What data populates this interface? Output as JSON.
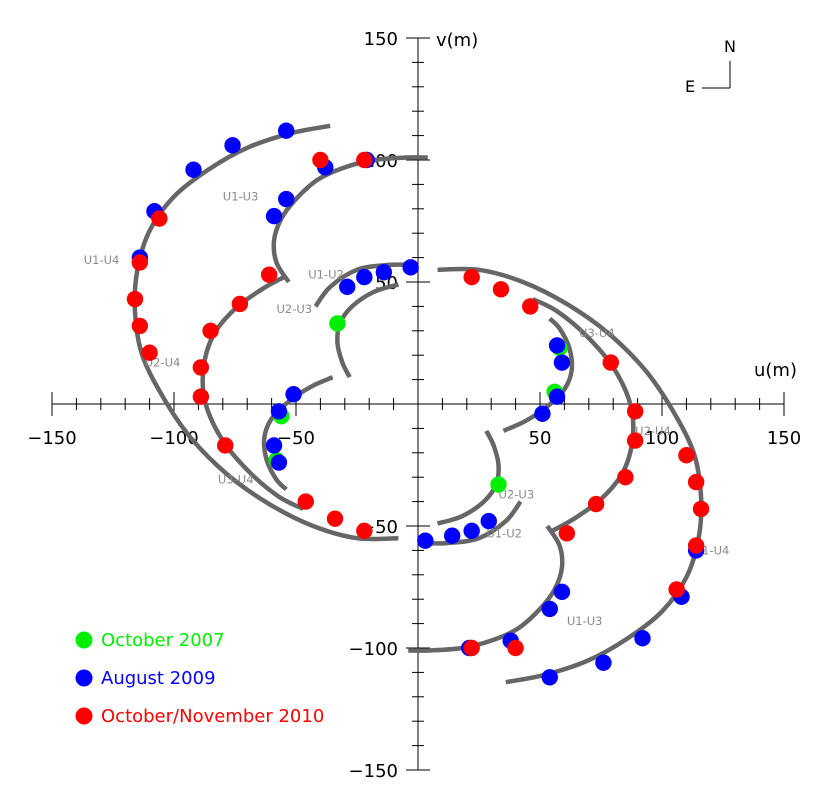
{
  "chart_data": {
    "type": "scatter",
    "xlabel": "u(m)",
    "ylabel": "v(m)",
    "xlim": [
      -150,
      150
    ],
    "ylim": [
      -150,
      150
    ],
    "major_ticks": [
      -150,
      -100,
      -50,
      50,
      100,
      150
    ],
    "minor_tick_step": 10,
    "compass": {
      "north": "N",
      "east": "E"
    },
    "track_color": "#666666",
    "tracks": [
      {
        "points": [
          [
            -36,
            114
          ],
          [
            -52,
            111
          ],
          [
            -70,
            105
          ],
          [
            -86,
            96
          ],
          [
            -100,
            85
          ],
          [
            -110,
            71
          ],
          [
            -115,
            55
          ],
          [
            -116,
            38
          ],
          [
            -113,
            20
          ],
          [
            -104,
            2
          ],
          [
            -93,
            -14
          ],
          [
            -78,
            -29
          ],
          [
            -61,
            -41
          ],
          [
            -43,
            -50
          ],
          [
            -25,
            -55
          ],
          [
            -8,
            -55
          ]
        ]
      },
      {
        "points": [
          [
            36,
            -114
          ],
          [
            52,
            -111
          ],
          [
            70,
            -105
          ],
          [
            86,
            -96
          ],
          [
            100,
            -85
          ],
          [
            110,
            -71
          ],
          [
            115,
            -55
          ],
          [
            116,
            -38
          ],
          [
            113,
            -20
          ],
          [
            104,
            -2
          ],
          [
            93,
            14
          ],
          [
            78,
            29
          ],
          [
            61,
            41
          ],
          [
            43,
            50
          ],
          [
            25,
            55
          ],
          [
            8,
            55
          ]
        ]
      },
      {
        "points": [
          [
            4,
            101
          ],
          [
            -5,
            101
          ],
          [
            -18,
            100
          ],
          [
            -30,
            97
          ],
          [
            -41,
            92
          ],
          [
            -50,
            84
          ],
          [
            -56,
            76
          ],
          [
            -59,
            67
          ],
          [
            -58,
            58
          ],
          [
            -53,
            50
          ]
        ]
      },
      {
        "points": [
          [
            -4,
            -101
          ],
          [
            5,
            -101
          ],
          [
            18,
            -100
          ],
          [
            30,
            -97
          ],
          [
            41,
            -92
          ],
          [
            50,
            -84
          ],
          [
            56,
            -76
          ],
          [
            59,
            -67
          ],
          [
            58,
            -58
          ],
          [
            53,
            -50
          ]
        ]
      },
      {
        "points": [
          [
            -55,
            52
          ],
          [
            -64,
            47
          ],
          [
            -75,
            39
          ],
          [
            -84,
            28
          ],
          [
            -88,
            14
          ],
          [
            -87,
            0
          ],
          [
            -80,
            -15
          ],
          [
            -69,
            -28
          ],
          [
            -57,
            -38
          ],
          [
            -47,
            -43
          ]
        ]
      },
      {
        "points": [
          [
            55,
            -52
          ],
          [
            64,
            -47
          ],
          [
            75,
            -39
          ],
          [
            84,
            -28
          ],
          [
            88,
            -14
          ],
          [
            87,
            0
          ],
          [
            80,
            15
          ],
          [
            69,
            28
          ],
          [
            57,
            38
          ],
          [
            47,
            43
          ]
        ]
      },
      {
        "points": [
          [
            -8,
            49
          ],
          [
            -18,
            46
          ],
          [
            -27,
            40
          ],
          [
            -32,
            33
          ],
          [
            -33,
            25
          ],
          [
            -31,
            17
          ],
          [
            -28,
            11
          ]
        ]
      },
      {
        "points": [
          [
            8,
            -49
          ],
          [
            18,
            -46
          ],
          [
            27,
            -40
          ],
          [
            32,
            -33
          ],
          [
            33,
            -25
          ],
          [
            31,
            -17
          ],
          [
            28,
            -11
          ]
        ]
      },
      {
        "points": [
          [
            -3,
            57
          ],
          [
            -12,
            57
          ],
          [
            -25,
            55
          ],
          [
            -36,
            48
          ],
          [
            -42,
            40
          ]
        ]
      },
      {
        "points": [
          [
            3,
            -57
          ],
          [
            12,
            -57
          ],
          [
            25,
            -55
          ],
          [
            36,
            -48
          ],
          [
            42,
            -40
          ]
        ]
      },
      {
        "points": [
          [
            -35,
            11
          ],
          [
            -44,
            7
          ],
          [
            -53,
            1
          ],
          [
            -60,
            -6
          ],
          [
            -63,
            -14
          ],
          [
            -62,
            -23
          ],
          [
            -58,
            -31
          ],
          [
            -54,
            -35
          ]
        ]
      },
      {
        "points": [
          [
            35,
            -11
          ],
          [
            44,
            -7
          ],
          [
            53,
            -1
          ],
          [
            60,
            6
          ],
          [
            63,
            14
          ],
          [
            62,
            23
          ],
          [
            58,
            31
          ],
          [
            54,
            35
          ]
        ]
      }
    ],
    "baseline_labels": [
      {
        "text": "U1-U3",
        "u": -80,
        "v": 85
      },
      {
        "text": "U1-U4",
        "u": -137,
        "v": 59
      },
      {
        "text": "U1-U2",
        "u": -45,
        "v": 53
      },
      {
        "text": "U2-U3",
        "u": -58,
        "v": 39
      },
      {
        "text": "U2-U4",
        "u": -112,
        "v": 17
      },
      {
        "text": "U3-U4",
        "u": 66,
        "v": 29
      },
      {
        "text": "U3-U4",
        "u": -82,
        "v": -31
      },
      {
        "text": "U2-U4",
        "u": 89,
        "v": -11
      },
      {
        "text": "U2-U3",
        "u": 33,
        "v": -37
      },
      {
        "text": "U1-U2",
        "u": 28,
        "v": -53
      },
      {
        "text": "U1-U4",
        "u": 113,
        "v": -60
      },
      {
        "text": "U1-U3",
        "u": 61,
        "v": -89
      }
    ],
    "series": [
      {
        "name": "October 2007",
        "color": "#00ee00",
        "points": [
          [
            -33,
            33
          ],
          [
            -56,
            -5
          ],
          [
            -58,
            -23
          ],
          [
            33,
            -33
          ],
          [
            56,
            5
          ],
          [
            58,
            23
          ]
        ]
      },
      {
        "name": "August 2009",
        "color": "#0000ff",
        "points": [
          [
            -54,
            112
          ],
          [
            -76,
            106
          ],
          [
            -92,
            96
          ],
          [
            -108,
            79
          ],
          [
            -114,
            60
          ],
          [
            -21,
            100
          ],
          [
            -38,
            97
          ],
          [
            -54,
            84
          ],
          [
            -59,
            77
          ],
          [
            -3,
            56
          ],
          [
            -14,
            54
          ],
          [
            -22,
            52
          ],
          [
            -29,
            48
          ],
          [
            -51,
            4
          ],
          [
            -57,
            -3
          ],
          [
            -59,
            -17
          ],
          [
            -57,
            -24
          ],
          [
            54,
            -112
          ],
          [
            76,
            -106
          ],
          [
            92,
            -96
          ],
          [
            108,
            -79
          ],
          [
            114,
            -60
          ],
          [
            21,
            -100
          ],
          [
            38,
            -97
          ],
          [
            54,
            -84
          ],
          [
            59,
            -77
          ],
          [
            3,
            -56
          ],
          [
            14,
            -54
          ],
          [
            22,
            -52
          ],
          [
            29,
            -48
          ],
          [
            51,
            -4
          ],
          [
            57,
            3
          ],
          [
            59,
            17
          ],
          [
            57,
            24
          ]
        ]
      },
      {
        "name": "October/November 2010",
        "color": "#ff0000",
        "points": [
          [
            -106,
            76
          ],
          [
            -114,
            58
          ],
          [
            -116,
            43
          ],
          [
            -114,
            32
          ],
          [
            -110,
            21
          ],
          [
            -40,
            100
          ],
          [
            -22,
            100
          ],
          [
            -61,
            53
          ],
          [
            -73,
            41
          ],
          [
            -85,
            30
          ],
          [
            -89,
            15
          ],
          [
            -89,
            3
          ],
          [
            -79,
            -17
          ],
          [
            -46,
            -40
          ],
          [
            -34,
            -47
          ],
          [
            -22,
            -52
          ],
          [
            106,
            -76
          ],
          [
            114,
            -58
          ],
          [
            116,
            -43
          ],
          [
            114,
            -32
          ],
          [
            110,
            -21
          ],
          [
            40,
            -100
          ],
          [
            22,
            -100
          ],
          [
            61,
            -53
          ],
          [
            73,
            -41
          ],
          [
            85,
            -30
          ],
          [
            89,
            -15
          ],
          [
            89,
            -3
          ],
          [
            79,
            17
          ],
          [
            46,
            40
          ],
          [
            34,
            47
          ],
          [
            22,
            52
          ]
        ]
      }
    ]
  }
}
